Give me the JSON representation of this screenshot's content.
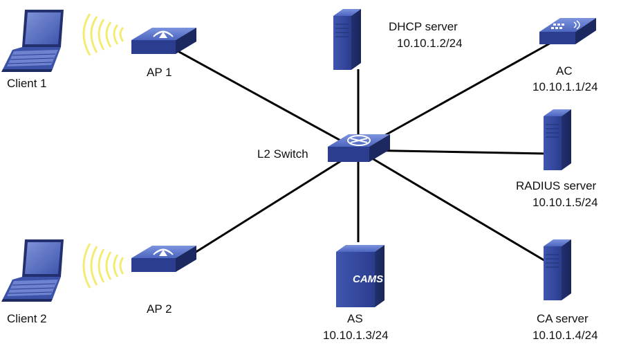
{
  "nodes": {
    "client1": {
      "label": "Client 1"
    },
    "client2": {
      "label": "Client 2"
    },
    "ap1": {
      "label": "AP 1"
    },
    "ap2": {
      "label": "AP 2"
    },
    "switch": {
      "label": "L2 Switch"
    },
    "dhcp": {
      "label": "DHCP server",
      "ip": "10.10.1.2/24"
    },
    "ac": {
      "label": "AC",
      "ip": "10.10.1.1/24"
    },
    "radius": {
      "label": "RADIUS server",
      "ip": "10.10.1.5/24"
    },
    "as": {
      "label": "AS",
      "ip": "10.10.1.3/24",
      "badge": "CAMS"
    },
    "ca": {
      "label": "CA server",
      "ip": "10.10.1.4/24"
    }
  },
  "colors": {
    "device_blue": "#2a3d8f",
    "device_light": "#5d76c8",
    "wifi_wave": "#f3ee7a",
    "link": "#000000"
  }
}
